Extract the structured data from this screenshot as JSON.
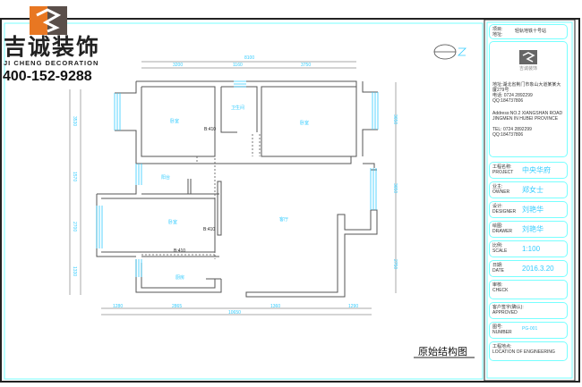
{
  "brand": {
    "name_cn": "吉诚装饰",
    "name_en": "JI CHENG DECORATION",
    "phone": "400-152-9288"
  },
  "drawing_title": "原始结构图",
  "dimensions": {
    "top_total": "8100",
    "top": [
      "3200",
      "1160",
      "3750"
    ],
    "bottom_total": "10650",
    "bottom": [
      "1280",
      "2865",
      "1360",
      "1290"
    ],
    "left": [
      "3530",
      "1570",
      "2700",
      "1330"
    ],
    "right": [
      "3650",
      "3650",
      "2750"
    ]
  },
  "rooms": [
    "卧室",
    "卫生间",
    "卧室",
    "阳台",
    "卧室",
    "厨房",
    "客厅"
  ],
  "beam_labels": [
    "B:410",
    "B:410",
    "B:410"
  ],
  "title_block": {
    "project_header": {
      "label": "项目:\n地址:",
      "value": "轻轨地铁十号站"
    },
    "company_name": "吉诚装饰",
    "address_cn": "地址:湖北省荆门市象山大道某某大厦279号",
    "tel_cn": "电话: 0724 2892299",
    "qq_cn": "QQ:184737806",
    "address_en": "Address:NO.2 XIANGSHAN ROAD JINGMEN IN HUBEI PROVINCE",
    "tel_en": "TEL: 0724 2892299",
    "qq_en": "QQ:184737806",
    "fields": [
      {
        "label": "工程名称:",
        "label_en": "PROJECT",
        "value": "中央华府"
      },
      {
        "label": "业主:",
        "label_en": "OWNER",
        "value": "郑女士"
      },
      {
        "label": "设计:",
        "label_en": "DESIGNER",
        "value": "刘艳华"
      },
      {
        "label": "绘图:",
        "label_en": "DRAWER",
        "value": "刘艳华"
      },
      {
        "label": "比例:",
        "label_en": "SCALE",
        "value": "1:100"
      },
      {
        "label": "日期:",
        "label_en": "DATE",
        "value": "2016.3.20"
      },
      {
        "label": "审核:",
        "label_en": "CHECK",
        "value": ""
      },
      {
        "label": "客户签字(确认):",
        "label_en": "APPROVED",
        "value": ""
      },
      {
        "label": "图号:",
        "label_en": "NUMBER",
        "value": "PG-001"
      },
      {
        "label": "工程地点:",
        "label_en": "LOCATION OF ENGINEERING",
        "value": ""
      }
    ]
  },
  "colors": {
    "wall": "#555555",
    "dim": "#33ccff",
    "frame": "#222222",
    "border_cyan": "#77ffff",
    "brand_orange": "#e87722"
  }
}
